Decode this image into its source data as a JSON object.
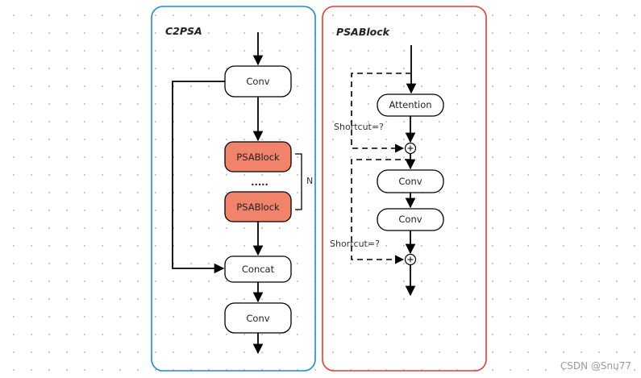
{
  "c2psa": {
    "title": "C2PSA",
    "conv_top": "Conv",
    "psablock_1": "PSABlock",
    "ellipsis": ".....",
    "psablock_2": "PSABlock",
    "repeat_label": "N",
    "concat": "Concat",
    "conv_bottom": "Conv"
  },
  "psablock": {
    "title": "PSABlock",
    "attention": "Attention",
    "shortcut_1": "Shortcut=?",
    "conv_1": "Conv",
    "conv_2": "Conv",
    "shortcut_2": "Shortcut=?"
  },
  "watermark": "CSDN @Snu77",
  "colors": {
    "c2psa_border": "#1a8ad8",
    "psablock_border": "#e53935",
    "psablock_fill": "#f0836a"
  }
}
